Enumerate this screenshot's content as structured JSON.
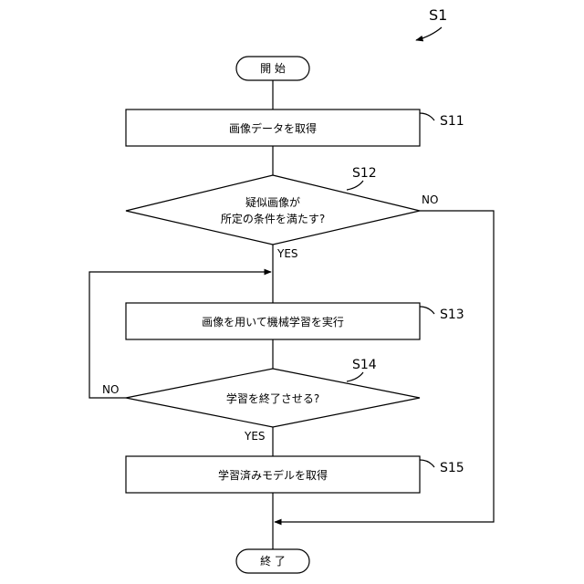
{
  "figure_label": "S1",
  "start": {
    "label": "開 始"
  },
  "end": {
    "label": "終 了"
  },
  "steps": {
    "s11": {
      "id": "S11",
      "text": "画像データを取得"
    },
    "s12": {
      "id": "S12",
      "text_line1": "疑似画像が",
      "text_line2": "所定の条件を満たす?",
      "yes": "YES",
      "no": "NO"
    },
    "s13": {
      "id": "S13",
      "text": "画像を用いて機械学習を実行"
    },
    "s14": {
      "id": "S14",
      "text": "学習を終了させる?",
      "yes": "YES",
      "no": "NO"
    },
    "s15": {
      "id": "S15",
      "text": "学習済みモデルを取得"
    }
  }
}
